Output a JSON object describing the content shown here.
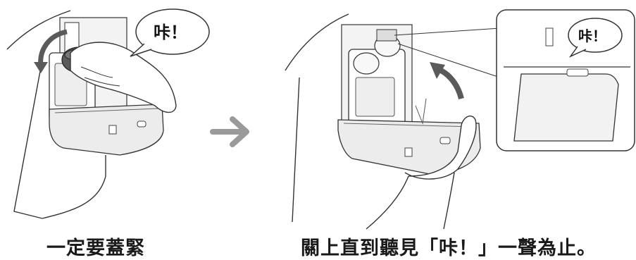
{
  "left_panel": {
    "bubble_text": "咔！",
    "caption": "一定要蓋緊"
  },
  "right_panel": {
    "bubble_text_main": "",
    "bubble_text_inset": "咔！",
    "caption": "關上直到聽見「咔！」一聲為止。"
  },
  "colors": {
    "line": "#333333",
    "shade": "#e6e6e6",
    "dark": "#5a5a5a",
    "arrow": "#9a9a9a"
  }
}
